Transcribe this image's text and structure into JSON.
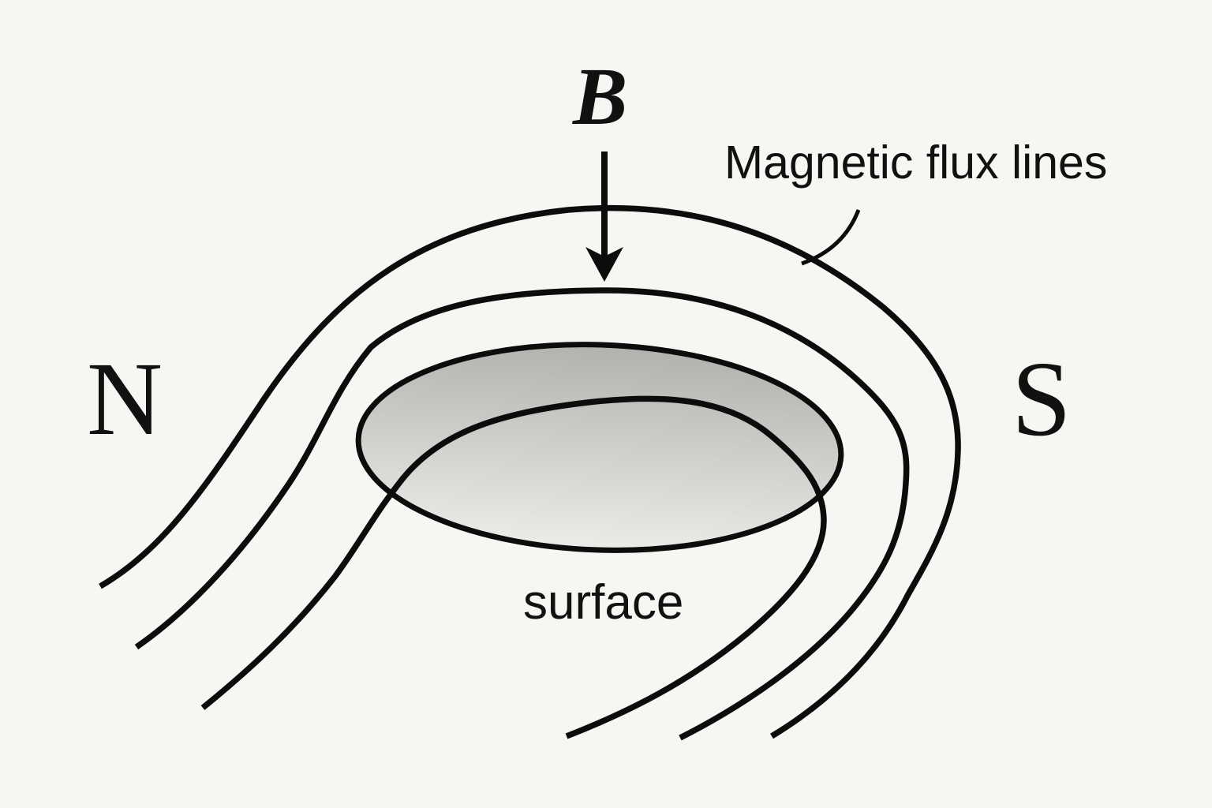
{
  "diagram": {
    "labels": {
      "field": "B",
      "flux": "Magnetic flux lines",
      "north": "N",
      "south": "S",
      "surface": "surface"
    },
    "colors": {
      "background": "#f7f6f3",
      "line": "#0c0c0c",
      "text": "#111111",
      "surface_top": "#b3b1ae",
      "surface_bottom": "#edece9"
    }
  }
}
